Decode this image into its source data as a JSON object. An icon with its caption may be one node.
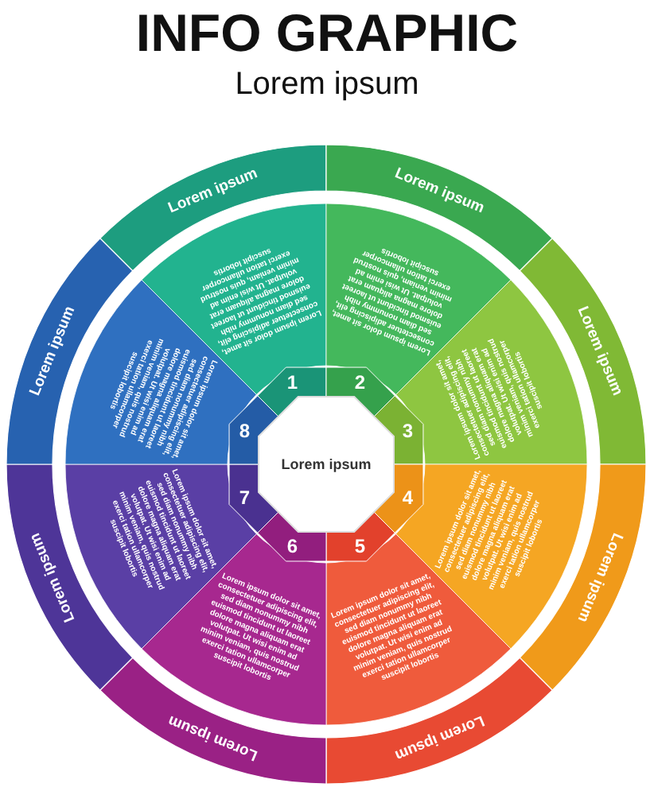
{
  "diagram": {
    "title": "INFO GRAPHIC",
    "nodes": [
      {
        "text": [
          "Lorem ipsum"
        ]
      },
      {
        "text": [
          "Lorem ipsum"
        ]
      },
      {
        "text": [
          "Lorem ipsum dolor sit amet, consectetuer adipiscing elit, sed diam nonummy nibh euismod tincidunt ut laoreet dolore magna aliquam erat volutpat. Ut wisi enim ad minim veniam, quis nostrud exerci tation ullamcorper suscipit lobortis"
        ]
      },
      {
        "text": [
          "1"
        ]
      },
      {
        "text": [
          "Lorem ipsum"
        ]
      },
      {
        "text": [
          "Lorem ipsum dolor sit amet, consectetuer adipiscing elit, sed diam nonummy nibh euismod tincidunt ut laoreet dolore magna aliquam erat volutpat. Ut wisi enim ad minim veniam, quis nostrud exerci tation ullamcorper suscipit lobortis"
        ]
      },
      {
        "text": [
          "2"
        ]
      },
      {
        "text": [
          "Lorem ipsum"
        ]
      },
      {
        "text": [
          "Lorem ipsum dolor sit amet, consectetuer adipiscing elit, sed diam nonummy nibh euismod tincidunt ut laoreet dolore magna aliquam erat volutpat. Ut wisi enim ad minim veniam, quis nostrud exerci tation ullamcorper suscipit lobortis"
        ]
      },
      {
        "text": [
          "3"
        ]
      },
      {
        "text": [
          "Lorem ipsum"
        ]
      },
      {
        "text": [
          "Lorem ipsum dolor sit amet, consectetuer adipiscing elit, sed diam nonummy nibh euismod tincidunt ut laoreet dolore magna aliquam erat volutpat. Ut wisi enim ad minim veniam, quis nostrud exerci tation ullamcorper suscipit lobortis"
        ]
      },
      {
        "text": [
          "4"
        ]
      },
      {
        "text": [
          "Lorem ipsum"
        ]
      },
      {
        "text": [
          "Lorem ipsum dolor sit amet, consectetuer adipiscing elit, sed diam nonummy nibh euismod tincidunt ut laoreet dolore magna aliquam erat volutpat. Ut wisi enim ad minim veniam, quis nostrud exerci tation ullamcorper suscipit lobortis"
        ]
      },
      {
        "text": [
          "5"
        ]
      },
      {
        "text": [
          "Lorem ipsum"
        ]
      },
      {
        "text": [
          "Lorem ipsum dolor sit amet, consectetuer adipiscing elit, sed diam nonummy nibh euismod tincidunt ut laoreet dolore magna aliquam erat volutpat. Ut wisi enim ad minim veniam, quis nostrud exerci tation ullamcorper suscipit lobortis"
        ]
      },
      {
        "text": [
          "6"
        ]
      },
      {
        "text": [
          "Lorem ipsum"
        ]
      },
      {
        "text": [
          "Lorem ipsum dolor sit amet, consectetuer adipiscing elit, sed diam nonummy nibh euismod tincidunt ut laoreet dolore magna aliquam erat volutpat. Ut wisi enim ad minim veniam, quis nostrud exerci tation ullamcorper suscipit lobortis"
        ]
      },
      {
        "text": [
          "7"
        ]
      },
      {
        "text": [
          "Lorem ipsum"
        ]
      },
      {
        "text": [
          "Lorem ipsum dolor sit amet, consectetuer adipiscing elit, sed diam nonummy nibh euismod tincidunt ut laoreet dolore magna aliquam erat volutpat. Ut wisi enim ad minim veniam, quis nostrud exerci tation ullamcorper suscipit lobortis"
        ]
      },
      {
        "text": [
          "8"
        ]
      }
    ],
    "labels": [
      "Lorem ipsum"
    ]
  }
}
